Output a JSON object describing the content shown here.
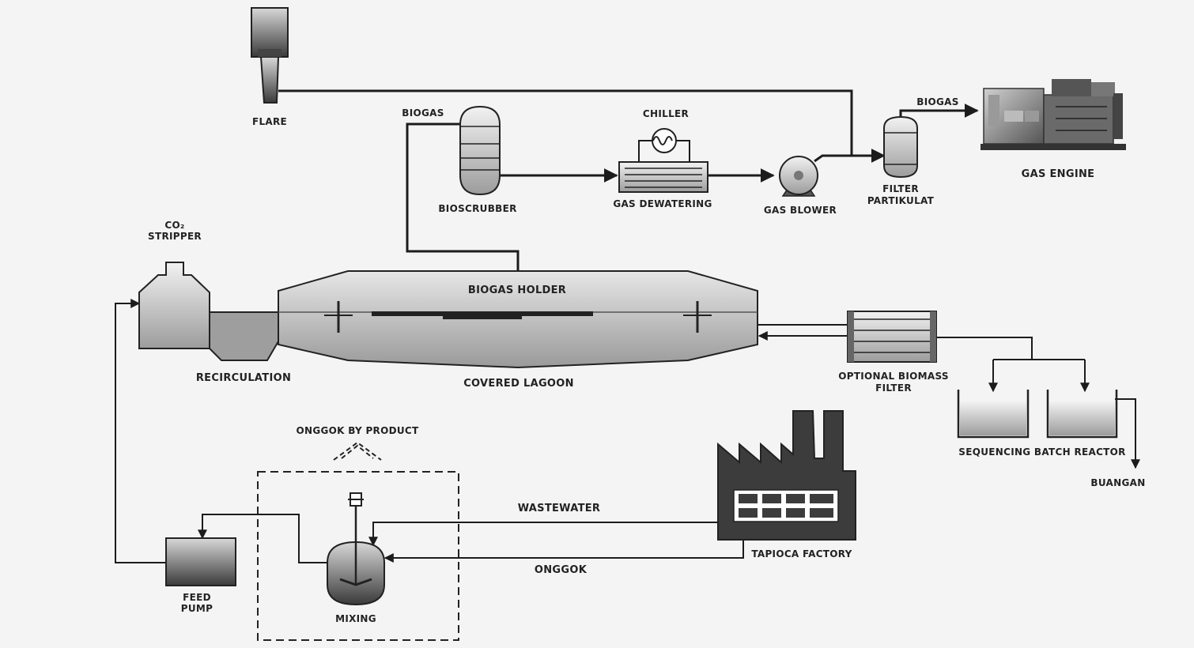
{
  "labels": {
    "flare": "FLARE",
    "biogas_top": "BIOGAS",
    "biogas_right": "BIOGAS",
    "chiller": "CHILLER",
    "bioscrubber": "BIOSCRUBBER",
    "gas_dewatering": "GAS DEWATERING",
    "gas_blower": "GAS BLOWER",
    "filter_line1": "FILTER",
    "filter_line2": "PARTIKULAT",
    "gas_engine": "GAS ENGINE",
    "co2_stripper_line1": "CO₂",
    "co2_stripper_line2": "STRIPPER",
    "biogas_holder": "BIOGAS HOLDER",
    "recirculation": "RECIRCULATION",
    "covered_lagoon": "COVERED LAGOON",
    "biomass_filter_line1": "OPTIONAL BIOMASS",
    "biomass_filter_line2": "FILTER",
    "sbr": "SEQUENCING BATCH REACTOR",
    "buangan": "BUANGAN",
    "onggok_by_product": "ONGGOK BY PRODUCT",
    "wastewater": "WASTEWATER",
    "onggok": "ONGGOK",
    "tapioca_factory": "TAPIOCA FACTORY",
    "feed_line1": "FEED",
    "feed_line2": "PUMP",
    "mixing": "MIXING"
  }
}
